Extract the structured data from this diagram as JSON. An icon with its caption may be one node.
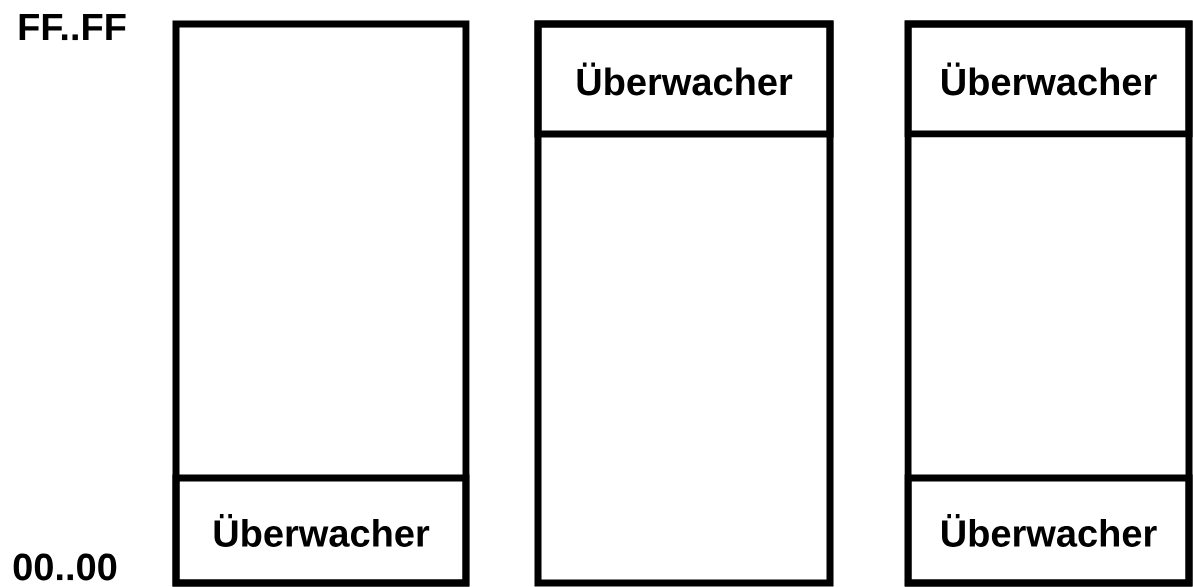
{
  "diagram": {
    "nodes": [
      {
        "text": [],
        "shape": "box"
      },
      {
        "text": [],
        "shape": "box"
      },
      {
        "text": [],
        "shape": "box"
      },
      {
        "text": [
          "Überwacher"
        ],
        "in": 0
      },
      {
        "text": [
          "Überwacher"
        ],
        "in": 1
      },
      {
        "text": [
          "Überwacher"
        ],
        "in": 2
      },
      {
        "text": [
          "Überwacher"
        ],
        "in": 2
      }
    ],
    "labels": [
      "FF..FF",
      "00..00"
    ]
  }
}
